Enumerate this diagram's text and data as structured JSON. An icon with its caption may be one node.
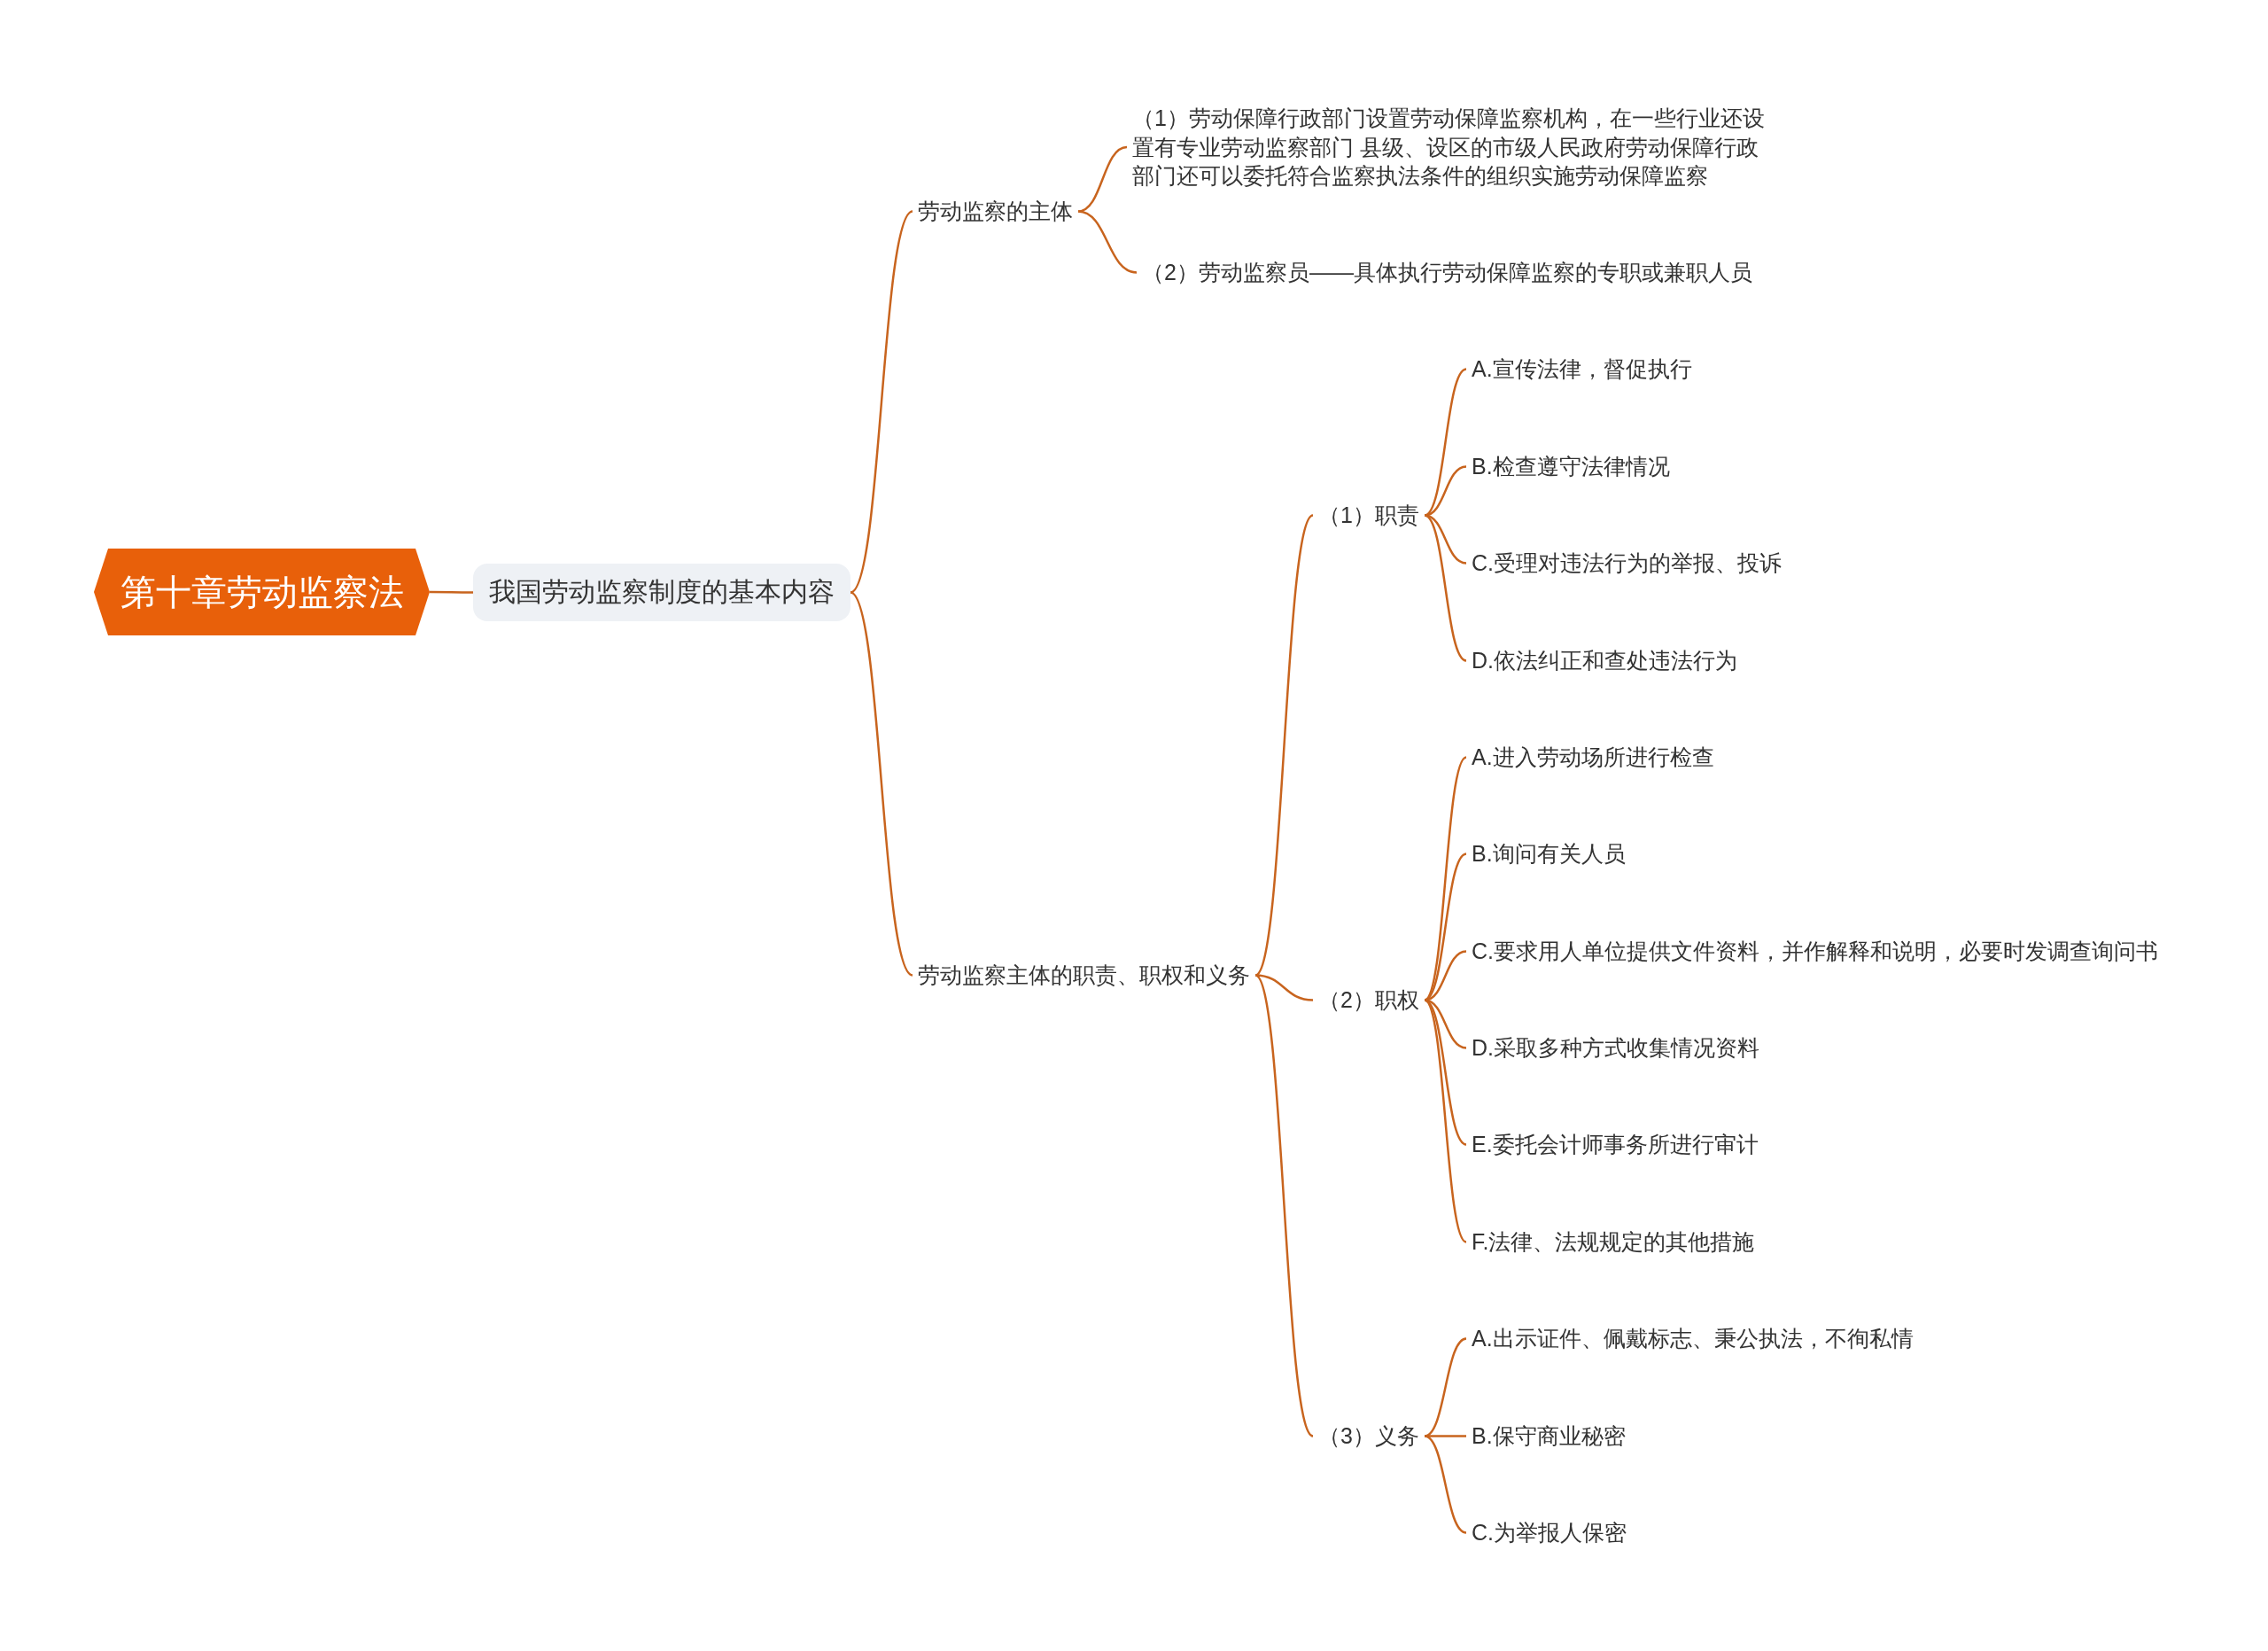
{
  "diagram": {
    "nodes": [
      {
        "text": [
          "第十章劳动监察法"
        ]
      },
      {
        "text": [
          "我国劳动监察制度的基本内容"
        ]
      },
      {
        "text": [
          "劳动监察的主体"
        ]
      },
      {
        "text": [
          "（1）劳动保障行政部门设置劳动保障监察机构，在一些行业还设置有专业劳动监察部门 县级、设区的市级人民政府劳动保障行政部门还可以委托符合监察执法条件的组织实施劳动保障监察"
        ]
      },
      {
        "text": [
          "（2）劳动监察员——具体执行劳动保障监察的专职或兼职人员"
        ]
      },
      {
        "text": [
          "劳动监察主体的职责、职权和义务"
        ]
      },
      {
        "text": [
          "（1）职责"
        ]
      },
      {
        "text": [
          "A.宣传法律，督促执行"
        ]
      },
      {
        "text": [
          "B.检查遵守法律情况"
        ]
      },
      {
        "text": [
          "C.受理对违法行为的举报、投诉"
        ]
      },
      {
        "text": [
          "D.依法纠正和查处违法行为"
        ]
      },
      {
        "text": [
          "（2）职权"
        ]
      },
      {
        "text": [
          "A.进入劳动场所进行检查"
        ]
      },
      {
        "text": [
          "B.询问有关人员"
        ]
      },
      {
        "text": [
          "C.要求用人单位提供文件资料，并作解释和说明，必要时发调查询问书"
        ]
      },
      {
        "text": [
          "D.采取多种方式收集情况资料"
        ]
      },
      {
        "text": [
          "E.委托会计师事务所进行审计"
        ]
      },
      {
        "text": [
          "F.法律、法规规定的其他措施"
        ]
      },
      {
        "text": [
          "（3）义务"
        ]
      },
      {
        "text": [
          "A.出示证件、佩戴标志、秉公执法，不徇私情"
        ]
      },
      {
        "text": [
          "B.保守商业秘密"
        ]
      },
      {
        "text": [
          "C.为举报人保密"
        ]
      }
    ],
    "edges": [
      {
        "from": 0,
        "to": 1,
        "arrow": "none"
      },
      {
        "from": 1,
        "to": 2,
        "arrow": "none"
      },
      {
        "from": 2,
        "to": 3,
        "arrow": "none"
      },
      {
        "from": 2,
        "to": 4,
        "arrow": "none"
      },
      {
        "from": 1,
        "to": 5,
        "arrow": "none"
      },
      {
        "from": 5,
        "to": 6,
        "arrow": "none"
      },
      {
        "from": 6,
        "to": 7,
        "arrow": "none"
      },
      {
        "from": 6,
        "to": 8,
        "arrow": "none"
      },
      {
        "from": 6,
        "to": 9,
        "arrow": "none"
      },
      {
        "from": 6,
        "to": 10,
        "arrow": "none"
      },
      {
        "from": 5,
        "to": 11,
        "arrow": "none"
      },
      {
        "from": 11,
        "to": 12,
        "arrow": "none"
      },
      {
        "from": 11,
        "to": 13,
        "arrow": "none"
      },
      {
        "from": 11,
        "to": 14,
        "arrow": "none"
      },
      {
        "from": 11,
        "to": 15,
        "arrow": "none"
      },
      {
        "from": 11,
        "to": 16,
        "arrow": "none"
      },
      {
        "from": 11,
        "to": 17,
        "arrow": "none"
      },
      {
        "from": 5,
        "to": 18,
        "arrow": "none"
      },
      {
        "from": 18,
        "to": 19,
        "arrow": "none"
      },
      {
        "from": 18,
        "to": 20,
        "arrow": "none"
      },
      {
        "from": 18,
        "to": 21,
        "arrow": "none"
      }
    ]
  }
}
